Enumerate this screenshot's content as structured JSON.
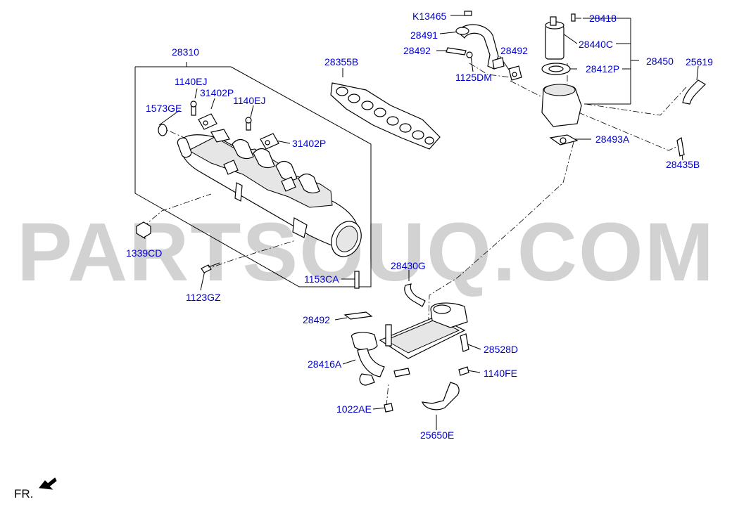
{
  "watermark": "PARTSOUQ.COM",
  "direction_label": "FR.",
  "part_labels": [
    {
      "id": "l28310",
      "code": "28310"
    },
    {
      "id": "l1140EJa",
      "code": "1140EJ"
    },
    {
      "id": "l31402Pa",
      "code": "31402P"
    },
    {
      "id": "l1573GE",
      "code": "1573GE"
    },
    {
      "id": "l1140EJb",
      "code": "1140EJ"
    },
    {
      "id": "l31402Pb",
      "code": "31402P"
    },
    {
      "id": "l1339CD",
      "code": "1339CD"
    },
    {
      "id": "l1153CA",
      "code": "1153CA"
    },
    {
      "id": "l1123GZ",
      "code": "1123GZ"
    },
    {
      "id": "l28355B",
      "code": "28355B"
    },
    {
      "id": "lK13465",
      "code": "K13465"
    },
    {
      "id": "l28491",
      "code": "28491"
    },
    {
      "id": "l28492a",
      "code": "28492"
    },
    {
      "id": "l28492b",
      "code": "28492"
    },
    {
      "id": "l1125DM",
      "code": "1125DM"
    },
    {
      "id": "l28418",
      "code": "28418"
    },
    {
      "id": "l28440C",
      "code": "28440C"
    },
    {
      "id": "l28450",
      "code": "28450"
    },
    {
      "id": "l28412P",
      "code": "28412P"
    },
    {
      "id": "l25619",
      "code": "25619"
    },
    {
      "id": "l28493A",
      "code": "28493A"
    },
    {
      "id": "l28435B",
      "code": "28435B"
    },
    {
      "id": "l28430G",
      "code": "28430G"
    },
    {
      "id": "l28492c",
      "code": "28492"
    },
    {
      "id": "l28528D",
      "code": "28528D"
    },
    {
      "id": "l28416A",
      "code": "28416A"
    },
    {
      "id": "l1140FE",
      "code": "1140FE"
    },
    {
      "id": "l1022AE",
      "code": "1022AE"
    },
    {
      "id": "l25650E",
      "code": "25650E"
    }
  ],
  "colors": {
    "label": "#0000cc",
    "watermark": "#d2d2d2",
    "line": "#000000"
  },
  "icons": {
    "direction": "front-direction-arrow-icon"
  }
}
